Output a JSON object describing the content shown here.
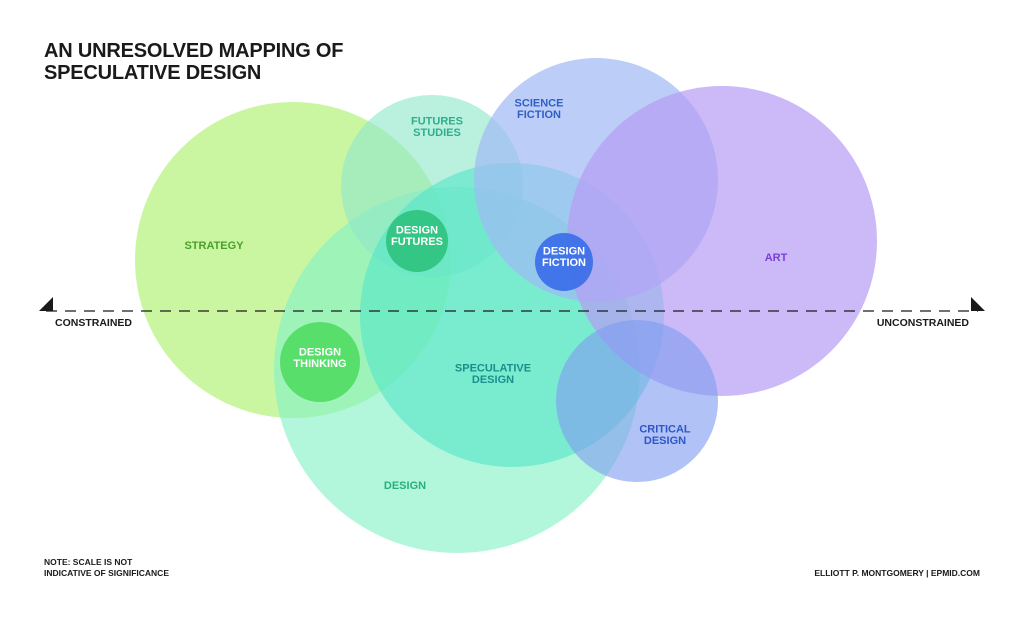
{
  "title": {
    "line1": "AN UNRESOLVED MAPPING OF",
    "line2": "SPECULATIVE DESIGN"
  },
  "axis": {
    "left_label": "CONSTRAINED",
    "right_label": "UNCONSTRAINED"
  },
  "regions": {
    "strategy": {
      "lines": [
        "STRATEGY"
      ],
      "fill": "#b5f27e",
      "label_color": "#4aa02a"
    },
    "futures_studies": {
      "lines": [
        "FUTURES",
        "STUDIES"
      ],
      "fill": "#8fe6c9",
      "label_color": "#2fae8c"
    },
    "science_fiction": {
      "lines": [
        "SCIENCE",
        "FICTION"
      ],
      "fill": "#9fb9f5",
      "label_color": "#2f5fc6"
    },
    "art": {
      "lines": [
        "ART"
      ],
      "fill": "#b79cf5",
      "label_color": "#7a3fd6"
    },
    "design": {
      "lines": [
        "DESIGN"
      ],
      "fill": "#82f0c6",
      "label_color": "#25b07c"
    },
    "speculative_design": {
      "lines": [
        "SPECULATIVE",
        "DESIGN"
      ],
      "fill": "#4fe6c8",
      "label_color": "#1a8f8a"
    },
    "critical_design": {
      "lines": [
        "CRITICAL",
        "DESIGN"
      ],
      "fill": "#7f9cf0",
      "label_color": "#2f56c6"
    },
    "design_futures": {
      "lines": [
        "DESIGN",
        "FUTURES"
      ],
      "fill": "#2fc27c",
      "label_color": "#ffffff"
    },
    "design_fiction": {
      "lines": [
        "DESIGN",
        "FICTION"
      ],
      "fill": "#3a6ee8",
      "label_color": "#ffffff"
    },
    "design_thinking": {
      "lines": [
        "DESIGN",
        "THINKING"
      ],
      "fill": "#4fdc63",
      "label_color": "#ffffff"
    }
  },
  "note": {
    "line1": "NOTE: SCALE IS NOT",
    "line2": "INDICATIVE OF SIGNIFICANCE"
  },
  "credit": "ELLIOTT P. MONTGOMERY  |  EPMID.COM"
}
